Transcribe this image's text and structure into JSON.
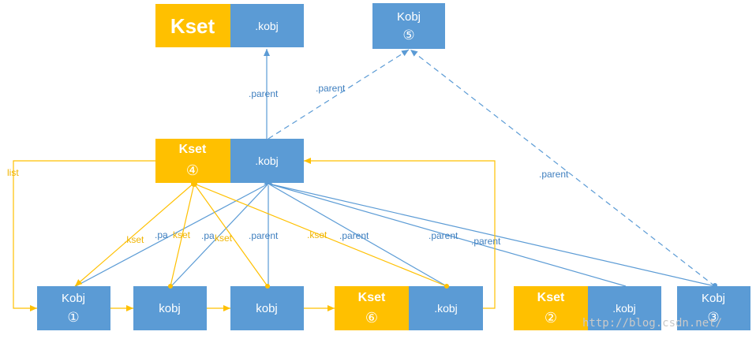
{
  "colors": {
    "blue": "#5b9bd5",
    "yellow": "#ffc000",
    "line_blue": "#5b9bd5",
    "line_yellow": "#ffc000",
    "label_blue": "#3f7fbf",
    "label_yellow": "#f0b400"
  },
  "boxes": {
    "top_kset": {
      "name": "Kset",
      "obj": ".kobj"
    },
    "kobj5": {
      "name": "Kobj",
      "num": "⑤"
    },
    "kset4": {
      "name": "Kset",
      "num": "④",
      "obj": ".kobj"
    },
    "kobj1": {
      "name": "Kobj",
      "num": "①"
    },
    "kobj_a": {
      "name": "kobj"
    },
    "kobj_b": {
      "name": "kobj"
    },
    "kset6": {
      "name": "Kset",
      "num": "⑥",
      "obj": ".kobj"
    },
    "kset2": {
      "name": "Kset",
      "num": "②",
      "obj": ".kobj"
    },
    "kobj3": {
      "name": "Kobj",
      "num": "③"
    }
  },
  "labels": {
    "parent_top": ".parent",
    "parent_to5": ".parent",
    "parent_right": ".parent",
    "list": "list",
    "kset_1": ".kset",
    "kset_2": "kset",
    "kset_3": "kset",
    "kset_4": ".kset",
    "parent_a": ".pa",
    "parent_b": ".pa",
    "parent_c": ".parent",
    "parent_d": ".parent",
    "parent_e": ".parent",
    "parent_f": ".parent"
  },
  "watermark": "http://blog.csdn.net/"
}
